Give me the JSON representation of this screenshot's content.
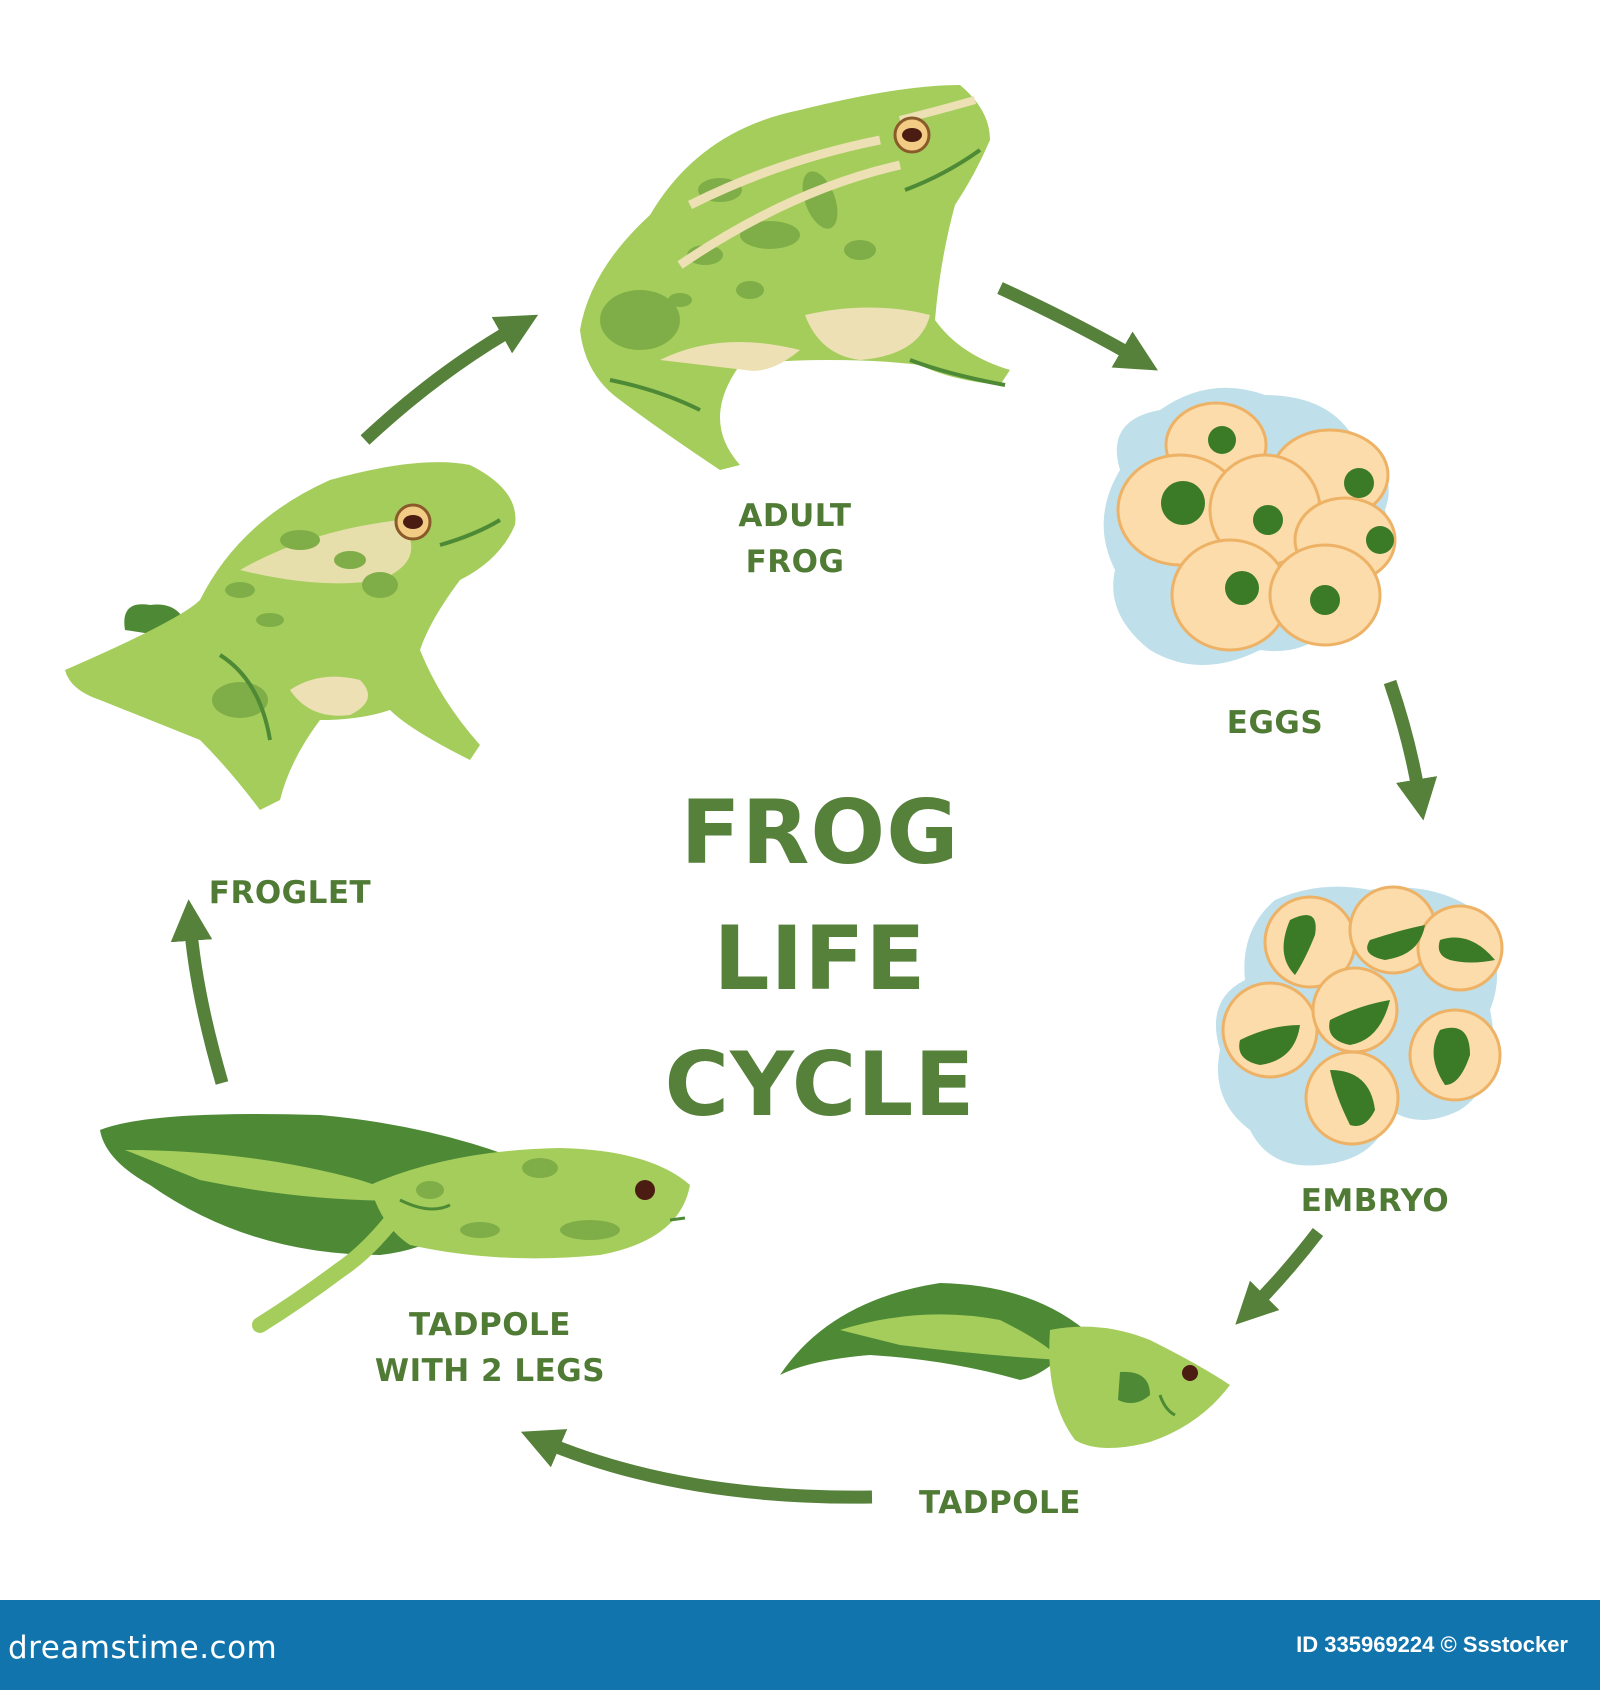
{
  "diagram": {
    "title_line1": "FROG LIFE",
    "title_line2": "CYCLE",
    "stages": [
      {
        "id": "adult-frog",
        "line1": "ADULT",
        "line2": "FROG"
      },
      {
        "id": "eggs",
        "line1": "EGGS"
      },
      {
        "id": "embryo",
        "line1": "EMBRYO"
      },
      {
        "id": "tadpole",
        "line1": "TADPOLE"
      },
      {
        "id": "tadpole-with-2-legs",
        "line1": "TADPOLE",
        "line2": "WITH 2 LEGS"
      },
      {
        "id": "froglet",
        "line1": "FROGLET"
      }
    ],
    "flow": [
      "adult-frog",
      "eggs",
      "embryo",
      "tadpole",
      "tadpole-with-2-legs",
      "froglet",
      "adult-frog"
    ],
    "colors": {
      "text_green": "#4f7b35",
      "arrow_green": "#56813a",
      "frog_light": "#a5cd5c",
      "frog_dark": "#4e8a36",
      "frog_spot": "#7fae48",
      "belly_cream": "#ede0b4",
      "egg_fill": "#fbdcaa",
      "egg_outline": "#eeb266",
      "egg_jelly": "#bfe0ea",
      "footer_blue": "#1274ad"
    }
  },
  "footer": {
    "brand": "dreamstime.com",
    "credit": "ID 335969224 © Ssstocker"
  }
}
